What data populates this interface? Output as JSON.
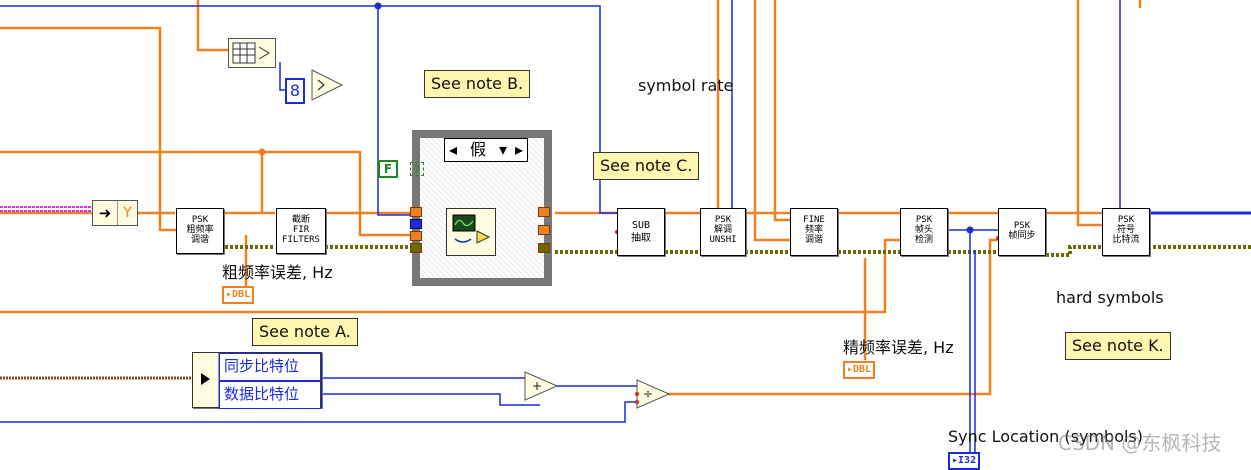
{
  "notes": {
    "a": "See note A.",
    "b": "See note B.",
    "c": "See note C.",
    "k": "See note K."
  },
  "labels": {
    "coarse_freq_error": "粗频率误差, Hz",
    "fine_freq_error": "精频率误差, Hz",
    "symbol_rate": "symbol rate",
    "hard_symbols": "hard symbols",
    "sync_location": "Sync Location (symbols)"
  },
  "blocks": {
    "psk_coarse": [
      "PSK",
      "粗频率",
      "调谐"
    ],
    "fir_filters": [
      "截断",
      "FIR",
      "FILTERS"
    ],
    "sub_extract": [
      "SUB",
      "抽取"
    ],
    "psk_unshi": [
      "PSK",
      "解调",
      "UNSHI"
    ],
    "fine_freq": [
      "FINE",
      "频率",
      "调谐"
    ],
    "psk_header": [
      "PSK",
      "帧头",
      "检测"
    ],
    "psk_frame_sync": [
      "PSK",
      "帧同步"
    ],
    "psk_symbol_bits": [
      "PSK",
      "符号",
      "比特流"
    ]
  },
  "indicators": {
    "dbl": "DBL",
    "i32": "I32"
  },
  "bundle": {
    "sync_bits": "同步比特位",
    "data_bits": "数据比特位"
  },
  "case_structure": {
    "selector_value": "假"
  },
  "constants": {
    "eight": "8",
    "bool_false": "F",
    "unknown": "?"
  },
  "small": {
    "unbundle_y": "Y"
  },
  "watermark": "CSDN @东枫科技",
  "colors": {
    "orange_wire": "#f08020",
    "blue_wire": "#1c2bd8",
    "magenta_wire": "#e02fe0",
    "note_bg": "#fff7b0"
  }
}
